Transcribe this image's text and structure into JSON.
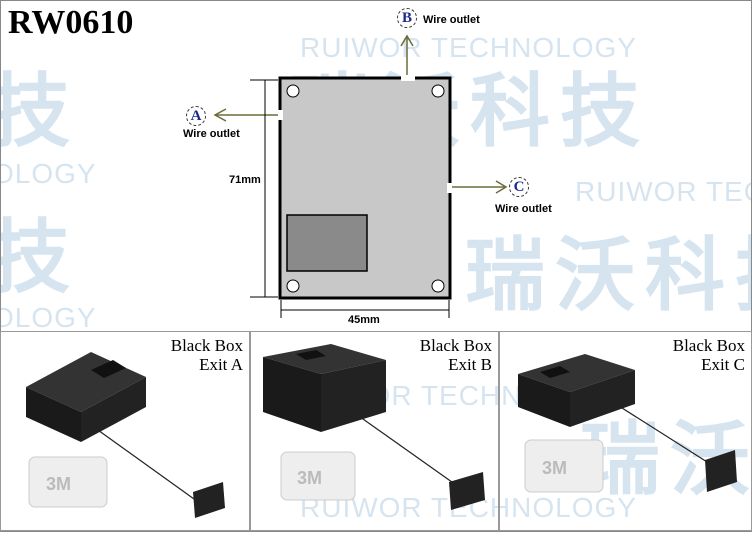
{
  "product_code": "RW0610",
  "watermark": {
    "cn": "瑞沃科技",
    "en": "RUIWOR TECHNOLOGY",
    "partial_en": "OLOGY",
    "partial_cn": "技"
  },
  "diagram": {
    "outlets": [
      {
        "letter": "A",
        "label": "Wire outlet"
      },
      {
        "letter": "B",
        "label": "Wire outlet"
      },
      {
        "letter": "C",
        "label": "Wire outlet"
      }
    ],
    "height_dim": "71mm",
    "width_dim": "45mm"
  },
  "panels": [
    {
      "line1": "Black Box",
      "line2": "Exit A"
    },
    {
      "line1": "Black Box",
      "line2": "Exit B"
    },
    {
      "line1": "Black Box",
      "line2": "Exit C"
    }
  ],
  "pad_marking": "3M"
}
